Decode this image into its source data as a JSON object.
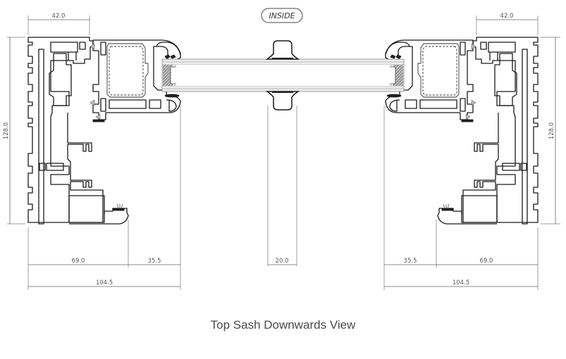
{
  "drawing": {
    "inside_label": "INSIDE",
    "left": {
      "top_width": "42.0",
      "height": "128.0",
      "frame_depth": "69.0",
      "sash_offset": "35.5",
      "overall": "104.5"
    },
    "center": {
      "interlock_width": "20.0"
    },
    "right": {
      "top_width": "42.0",
      "height": "128.0",
      "frame_depth": "69.0",
      "sash_offset": "35.5",
      "overall": "104.5"
    },
    "colors": {
      "line": "#1a1a1a",
      "dimension": "#666666",
      "glass": "#ededed",
      "caption": "#4a4a4a"
    }
  },
  "caption": "Top Sash Downwards View"
}
